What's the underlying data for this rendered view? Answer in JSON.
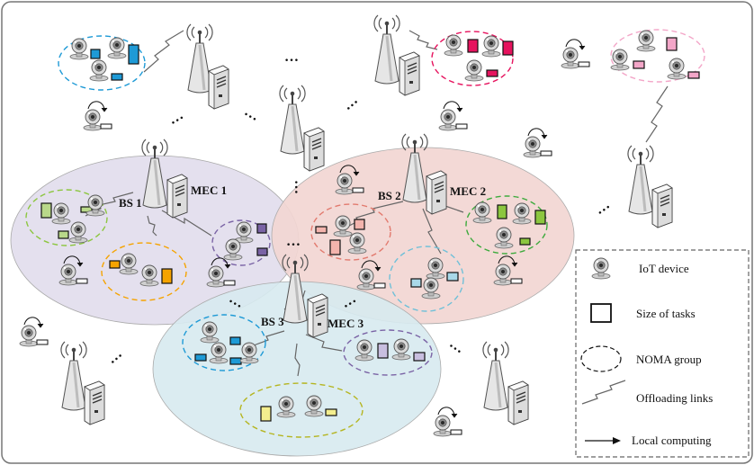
{
  "stations": {
    "bs1": "BS 1",
    "mec1": "MEC 1",
    "bs2": "BS 2",
    "mec2": "MEC 2",
    "bs3": "BS 3",
    "mec3": "MEC 3"
  },
  "legend": {
    "iot_device": "IoT device",
    "size_of_tasks": "Size of tasks",
    "noma_group": "NOMA group",
    "offloading_links": "Offloading links",
    "local_computing": "Local computing"
  },
  "ellipsis": "…",
  "colors": {
    "cell1": "#e4e0ee",
    "cell2": "#f2d6d3",
    "cell3": "#d7eaf0",
    "blue": "#1e9ad6",
    "pink": "#e6135e",
    "light_pink": "#f3a6c8",
    "green": "#8cc63f",
    "orange": "#f5a300",
    "purple": "#7a63a5",
    "salmon": "#f3b4ad",
    "cyan": "#a9d8e8",
    "lilac": "#c8bedf",
    "yellow": "#f3ee8e"
  }
}
